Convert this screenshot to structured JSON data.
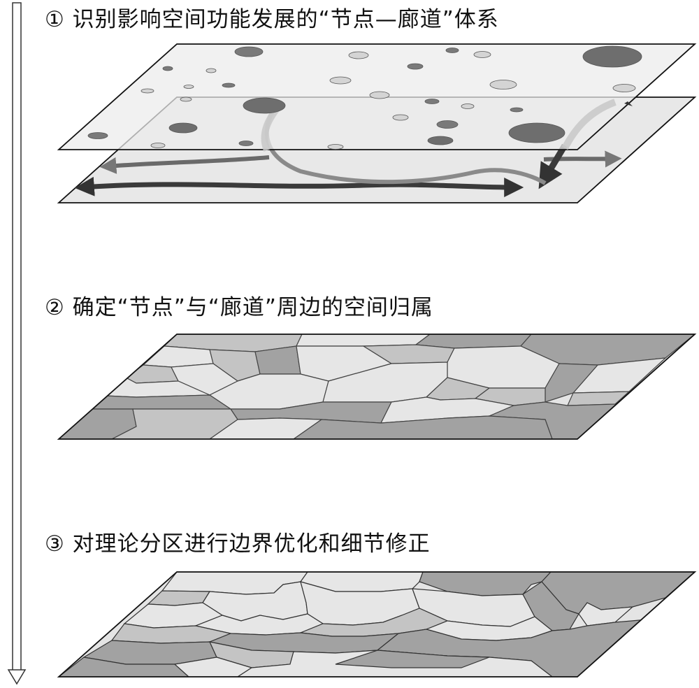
{
  "steps": [
    {
      "number": "①",
      "title": "识别影响空间功能发展的“节点—廊道”体系"
    },
    {
      "number": "②",
      "title": "确定“节点”与“廊道”周边的空间归属"
    },
    {
      "number": "③",
      "title": "对理论分区进行边界优化和细节修正"
    }
  ],
  "colors": {
    "plane_node": "#efefef",
    "plane_corridor": "#e6e6e6",
    "outline": "#111111",
    "node_dark": "#7a7a7a",
    "node_light": "#d4d4d4",
    "zone_light": "#e4e4e4",
    "zone_mid": "#c4c4c4",
    "zone_dark": "#a2a2a2"
  }
}
